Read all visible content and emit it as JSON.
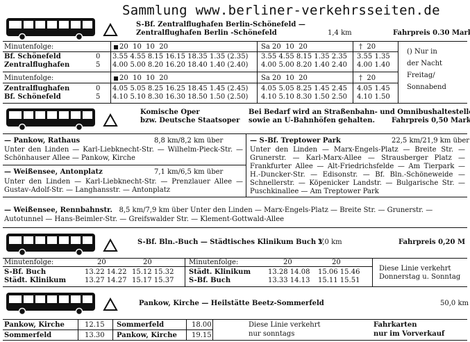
{
  "header": {
    "site_title": "Sammlung www.berliner-verkehrsseiten.de"
  },
  "route_airport": {
    "line1": "S-Bf. Zentralflughafen Berlin-Schönefeld —",
    "line2": "Zentralflughafen Berlin -Schönefeld",
    "distance": "1,4 km",
    "fare": "Fahrpreis 0.30 Mark",
    "block1": {
      "minutenfolge": "Minutenfolge:",
      "head_a": "20  10  10  20",
      "head_b": "Sa 20  10  20",
      "head_c": "20",
      "rows": [
        {
          "stop": "Bf. Schönefeld",
          "min": "0",
          "a": "3.55 4.55 8.15 16.15 18.35 1.35 (2.35)",
          "b": "3.55 4.55 8.15 1.35 2.35",
          "c": "3.55 1.35"
        },
        {
          "stop": "Zentralflughafen",
          "min": "5",
          "a": "4.00 5.00 8.20 16.20 18.40 1.40 (2.40)",
          "b": "4.00 5.00 8.20 1.40 2.40",
          "c": "4.00 1.40"
        }
      ]
    },
    "block2": {
      "minutenfolge": "Minutenfolge:",
      "head_a": "20  10  10  20",
      "head_b": "Sa 20  10  20",
      "head_c": "20",
      "rows": [
        {
          "stop": "Zentralflughafen",
          "min": "0",
          "a": "4.05 5.05 8.25 16.25 18.45 1.45 (2.45)",
          "b": "4.05 5.05 8.25 1.45 2.45",
          "c": "4.05 1.45"
        },
        {
          "stop": "Bf. Schönefeld",
          "min": "5",
          "a": "4.10 5.10 8.30 16.30 18.50 1.50 (2.50)",
          "b": "4.10 5.10 8.30 1.50 2.50",
          "c": "4.10 1.50"
        }
      ]
    },
    "note": [
      "() Nur in",
      "der Nacht",
      "Freitag/",
      "Sonnabend"
    ],
    "dagger": "†"
  },
  "route_opera": {
    "title1": "Komische Oper",
    "title2": "bzw. Deutsche Staatsoper",
    "notice1": "Bei Bedarf wird an Straßenbahn- und Omnibushaltestellen",
    "notice2": "sowie an U-Bahnhöfen gehalten.",
    "fare": "Fahrpreis 0,50 Mark",
    "pankow_title": "— Pankow, Rathaus",
    "pankow_dist": "8,8 km/8,2 km über",
    "pankow_text": "Unter den Linden — Karl-Liebknecht-Str. — Wilhelm-Pieck-Str. — Schönhauser Allee — Pankow, Kirche",
    "weissensee_title": "— Weißensee, Antonplatz",
    "weissensee_dist": "7,1 km/6,5 km über",
    "weissensee_text": "Unter den Linden — Karl-Liebknecht-Str. — Prenzlauer Allee — Gustav-Adolf-Str. — Langhansstr. — Antonplatz",
    "treptow_title": "— S-Bf. Treptower Park",
    "treptow_dist": "22,5 km/21,9 km über",
    "treptow_text": "Unter den Linden — Marx-Engels-Platz — Breite Str. — Grunerstr. — Karl-Marx-Allee — Strausberger Platz — Frankfurter Allee — Alt-Friedrichsfelde — Am Tierpark — H.-Duncker-Str. — Edisonstr. — Bf. Bln.-Schöneweide — Schnellerstr. — Köpenicker Landstr. — Bulgarische Str. — Puschkinallee — Am Treptower Park",
    "rennbahn_title": "— Weißensee, Rennbahnstr.",
    "rennbahn_text1": "8,5 km/7,9 km über Unter den Linden — Marx-Engels-Platz — Breite Str. — Grunerstr. —",
    "rennbahn_text2": "Autotunnel — Hans-Beimler-Str. — Greifswalder Str. — Klement-Gottwald-Allee"
  },
  "route_buch": {
    "title": "S-Bf. Bln.-Buch — Städtisches Klinikum Buch V",
    "distance": "2,0 km",
    "fare": "Fahrpreis 0,20 M",
    "left": {
      "minutenfolge": "Minutenfolge:",
      "h1": "20",
      "h2": "20",
      "rows": [
        {
          "stop": "S-Bf. Buch",
          "a": "13.22 14.22",
          "b": "15.12 15.32"
        },
        {
          "stop": "Städt. Klinikum",
          "a": "13.27 14.27",
          "b": "15.17 15.37"
        }
      ]
    },
    "right": {
      "minutenfolge": "Minutenfolge:",
      "h1": "20",
      "h2": "20",
      "rows": [
        {
          "stop": "Städt. Klinikum",
          "a": "13.28 14.08",
          "b": "15.06 15.46"
        },
        {
          "stop": "S-Bf. Buch",
          "a": "13.33 14.13",
          "b": "15.11 15.51"
        }
      ]
    },
    "note1": "Diese Linie verkehrt",
    "note2": "Donnerstag u. Sonntag"
  },
  "route_beetz": {
    "title": "Pankow, Kirche — Heilstätte Beetz-Sommerfeld",
    "distance": "50,0 km",
    "rows_left": [
      {
        "stop": "Pankow, Kirche",
        "time": "12.15"
      },
      {
        "stop": "Sommerfeld",
        "time": "13.30"
      }
    ],
    "rows_right": [
      {
        "stop": "Sommerfeld",
        "time": "18.00"
      },
      {
        "stop": "Pankow, Kirche",
        "time": "19.15"
      }
    ],
    "note1": "Diese Linie verkehrt",
    "note2": "nur sonntags",
    "ticket1": "Fahrkarten",
    "ticket2": "nur im Vorverkauf"
  },
  "icons": [
    "bus-icon",
    "triangle-icon",
    "square-marker-icon",
    "dagger-icon"
  ]
}
